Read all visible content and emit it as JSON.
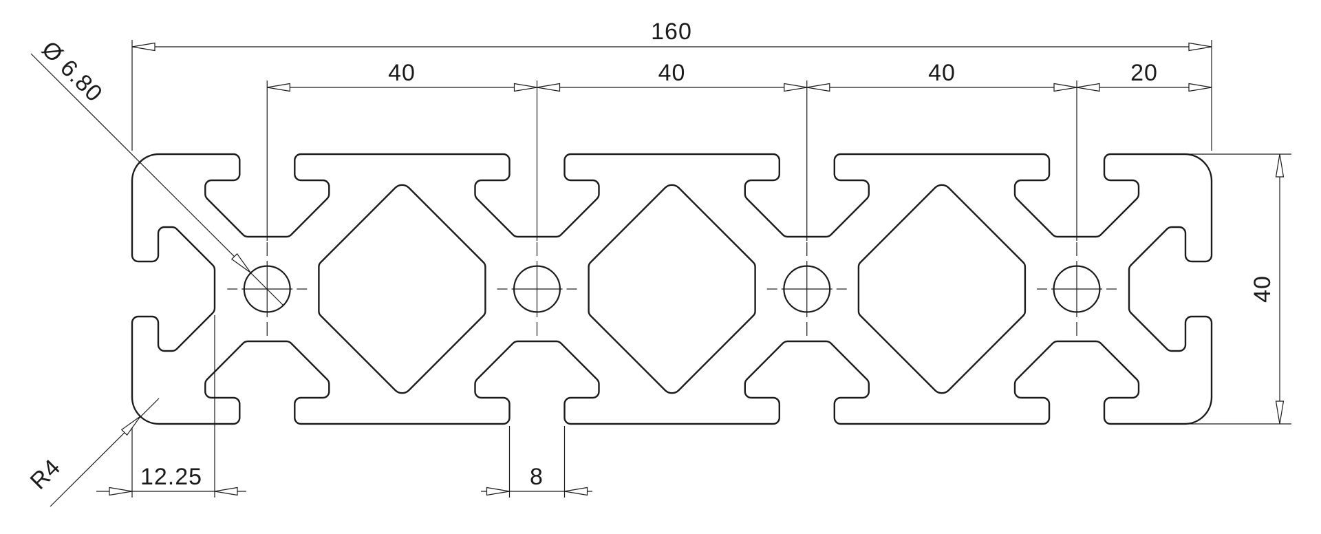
{
  "drawing": {
    "labels": {
      "overall_width": "160",
      "pitch_1": "40",
      "pitch_2": "40",
      "pitch_3": "40",
      "end_offset": "20",
      "profile_height": "40",
      "slot_depth": "12.25",
      "slot_opening": "8",
      "hole_diameter": "Ø 6.80",
      "corner_radius": "R4"
    },
    "colors": {
      "line": "#1b1b1b",
      "background": "#ffffff"
    }
  }
}
